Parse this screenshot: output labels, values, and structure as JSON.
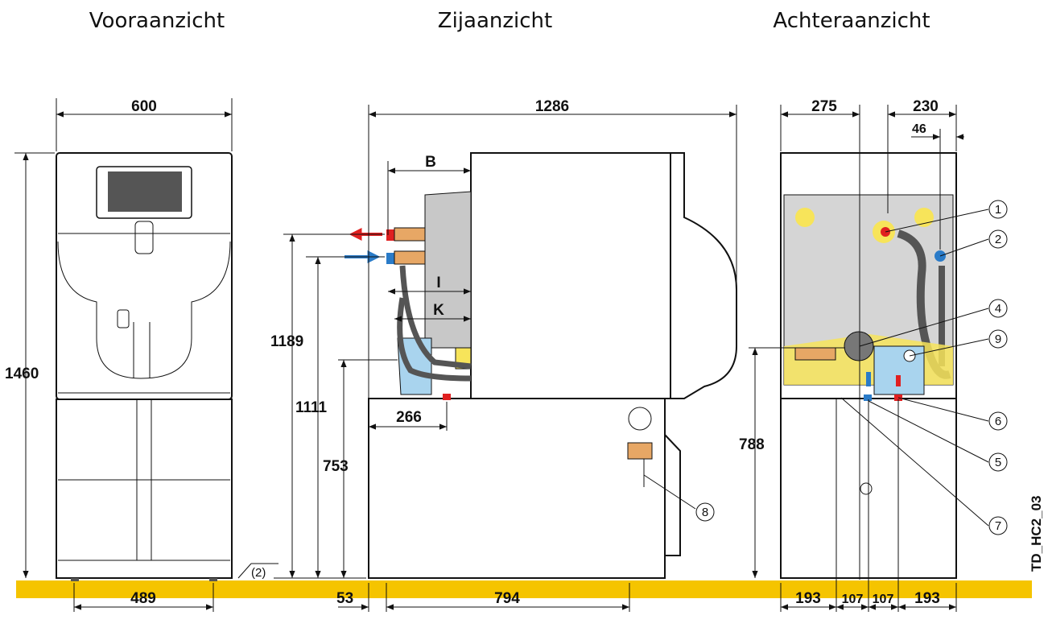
{
  "views": {
    "front": "Vooraanzicht",
    "side": "Zijaanzicht",
    "rear": "Achteraanzicht"
  },
  "front_dims": {
    "width": "600",
    "height": "1460",
    "feet": "489",
    "note": "(2)"
  },
  "side_dims": {
    "depth": "1286",
    "B": "B",
    "I": "I",
    "K": "K",
    "h1": "1189",
    "h2": "1111",
    "h3": "753",
    "d266": "266",
    "d53": "53",
    "d794": "794"
  },
  "rear_dims": {
    "w275": "275",
    "w230": "230",
    "w46": "46",
    "h788": "788",
    "b1": "193",
    "b2": "107",
    "b3": "107",
    "b4": "193"
  },
  "callouts": [
    "1",
    "2",
    "4",
    "9",
    "6",
    "5",
    "7",
    "8"
  ],
  "drawing_code": "TD_HC2_03",
  "colors": {
    "floor": "#f5c400",
    "hot": "#e02020",
    "cold": "#2a7bc8",
    "pipe_block": "#a9d4ee",
    "brass": "#e7a765",
    "yellow_part": "#f7e45a",
    "panel": "#d5d5d5"
  }
}
